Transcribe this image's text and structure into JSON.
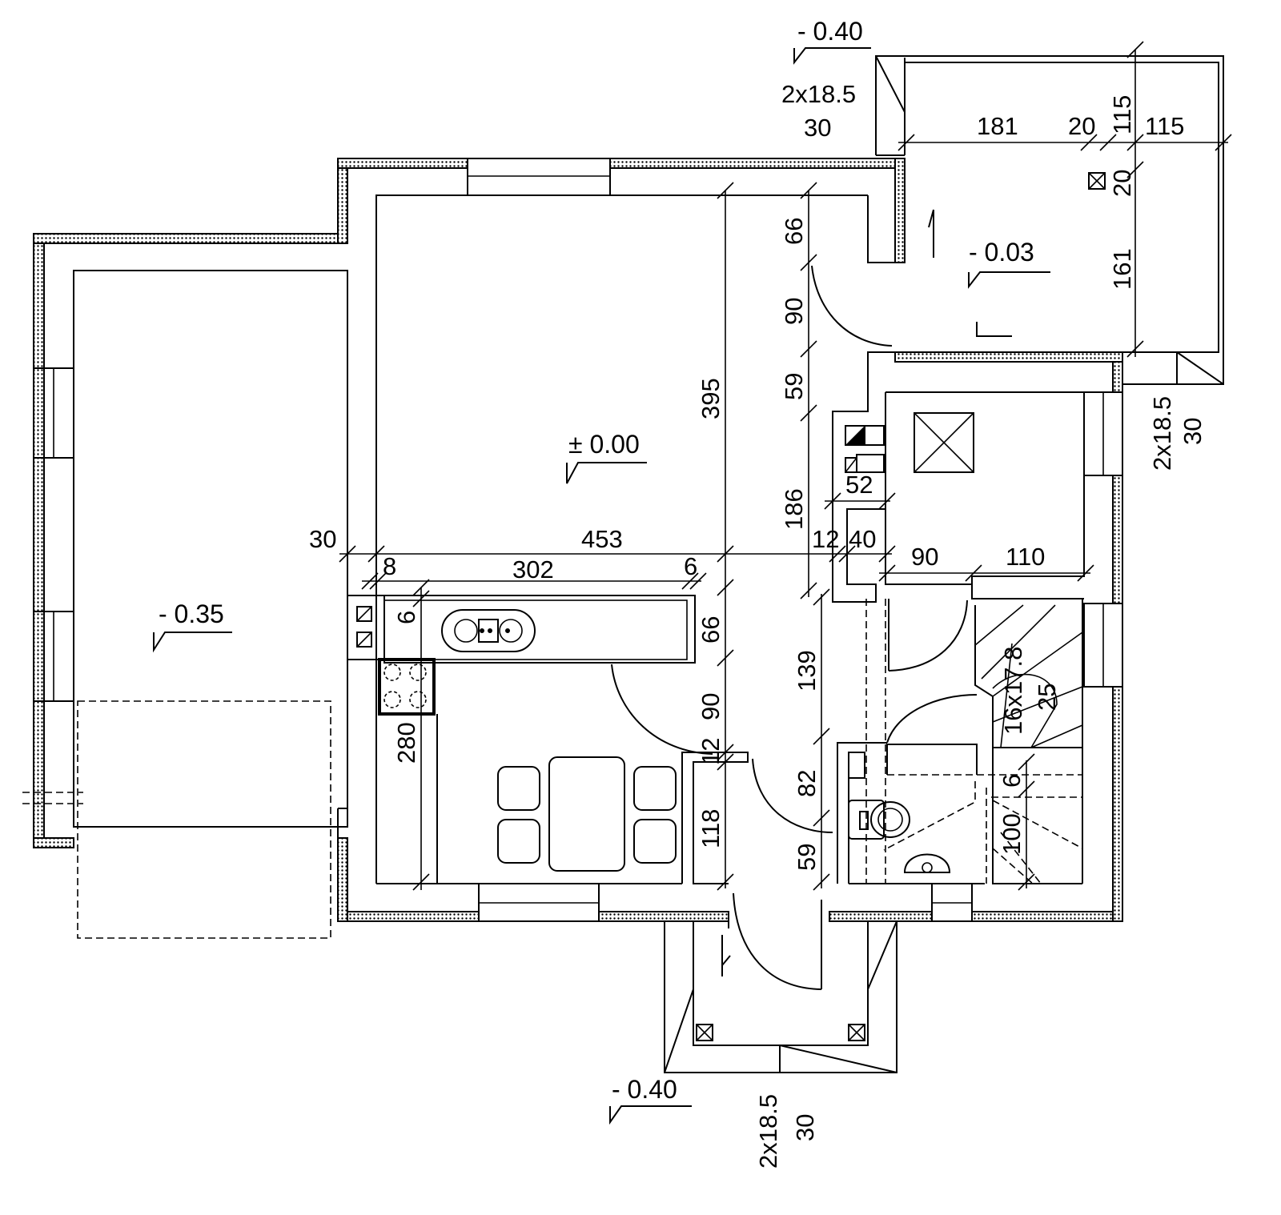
{
  "levels": {
    "main_floor": "± 0.00",
    "garage": "- 0.35",
    "terrace": "- 0.03",
    "entrance": "- 0.40",
    "top_terrace": "- 0.40"
  },
  "stair_labels": {
    "top_rise": "2x18.5",
    "top_tread": "30",
    "right_rise": "2x18.5",
    "right_tread": "30",
    "bottom_rise": "2x18.5",
    "bottom_tread": "30",
    "interior_stair": "16x17.8",
    "interior_tread": "25"
  },
  "dimensions": {
    "d395": "395",
    "d66a": "66",
    "d90a": "90",
    "d59a": "59",
    "d186": "186",
    "d66b": "66",
    "d90b": "90",
    "d12a": "12",
    "d118": "118",
    "d139": "139",
    "d82": "82",
    "d59b": "59",
    "d30": "30",
    "d453": "453",
    "d8": "8",
    "d302": "302",
    "d6a": "6",
    "d6b": "6",
    "d280": "280",
    "d52": "52",
    "d12b": "12",
    "d40": "40",
    "d90c": "90",
    "d110": "110",
    "d181": "181",
    "d20a": "20",
    "d115a": "115",
    "d115b": "115",
    "d20b": "20",
    "d161": "161",
    "d6c": "6",
    "d100": "100"
  }
}
